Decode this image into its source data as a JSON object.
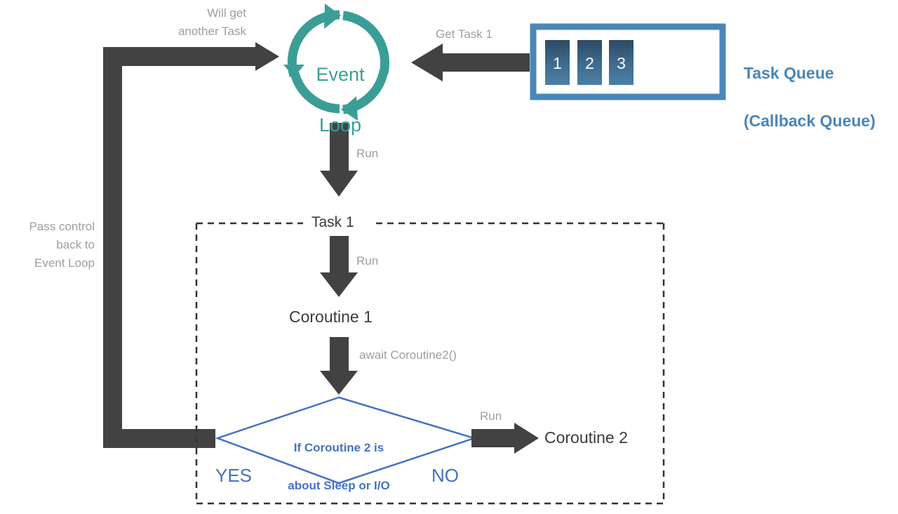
{
  "diagram": {
    "title": "Python asyncio Event Loop flow",
    "colors": {
      "teal": "#3a9e97",
      "arrow_dark": "#424242",
      "blue_accent": "#4a86b8",
      "diamond_blue": "#4472c4",
      "gray_text": "#9e9e9e",
      "card_top": "#2e4a63",
      "card_bottom": "#4d80a6"
    },
    "event_loop": {
      "line1": "Event",
      "line2": "Loop"
    },
    "task_queue": {
      "title_line1": "Task Queue",
      "title_line2": "(Callback Queue)",
      "items": [
        "1",
        "2",
        "3"
      ]
    },
    "labels": {
      "get_task": "Get Task 1",
      "will_get_another_task": "Will get\nanother Task",
      "pass_control": "Pass control\nback to\nEvent Loop",
      "run_to_task": "Run",
      "run_to_coroutine1": "Run",
      "await_coroutine2": "await Coroutine2()",
      "run_to_coroutine2": "Run"
    },
    "task_box": {
      "label": "Task 1"
    },
    "coroutine1": "Coroutine 1",
    "coroutine2": "Coroutine 2",
    "decision": {
      "line1": "If Coroutine 2 is",
      "line2": "about Sleep or I/O",
      "yes": "YES",
      "no": "NO"
    }
  }
}
